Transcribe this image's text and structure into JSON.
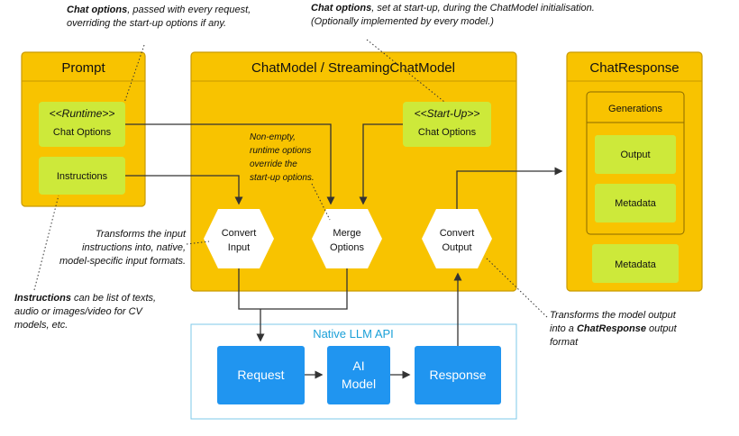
{
  "prompt": {
    "title": "Prompt",
    "runtime_stereotype": "<<Runtime>>",
    "chat_options_label": "Chat Options",
    "instructions_label": "Instructions"
  },
  "chat_model": {
    "title": "ChatModel / StreamingChatModel",
    "startup_stereotype": "<<Start-Up>>",
    "chat_options_label": "Chat Options",
    "override_note": [
      "Non-empty,",
      "runtime options",
      "override the",
      "start-up options."
    ],
    "convert_input": [
      "Convert",
      "Input"
    ],
    "merge_options": [
      "Merge",
      "Options"
    ],
    "convert_output": [
      "Convert",
      "Output"
    ]
  },
  "chat_response": {
    "title": "ChatResponse",
    "generations_label": "Generations",
    "output_label": "Output",
    "metadata_label": "Metadata",
    "response_metadata_label": "Metadata"
  },
  "native_api": {
    "title": "Native LLM API",
    "request_label": "Request",
    "ai_model": [
      "AI",
      "Model"
    ],
    "response_label": "Response"
  },
  "notes": {
    "chat_options_runtime": {
      "bold": "Chat options",
      "rest": ", passed with every  request,",
      "line2": "overriding the start-up options if any."
    },
    "chat_options_startup": {
      "bold": "Chat options",
      "rest": ", set at start-up, during  the ChatModel initialisation.",
      "line2": "(Optionally implemented by every model.)"
    },
    "transforms_input": [
      "Transforms the input",
      "instructions into, native,",
      "model-specific input formats."
    ],
    "instructions": {
      "bold": "Instructions",
      "rest": " can be list of texts,",
      "line2": "audio or images/video for CV",
      "line3": "models, etc."
    },
    "transforms_output": {
      "line1": "Transforms the model output",
      "pre": "into  a ",
      "bold": "ChatResponse",
      "post": " output",
      "line3": "format"
    }
  },
  "colors": {
    "container": "#f8c300",
    "container_border": "#c99a00",
    "option_box": "#cde93a",
    "api_blue": "#2095f0",
    "api_border": "#7ec8e8",
    "api_title": "#1aa0d8"
  }
}
